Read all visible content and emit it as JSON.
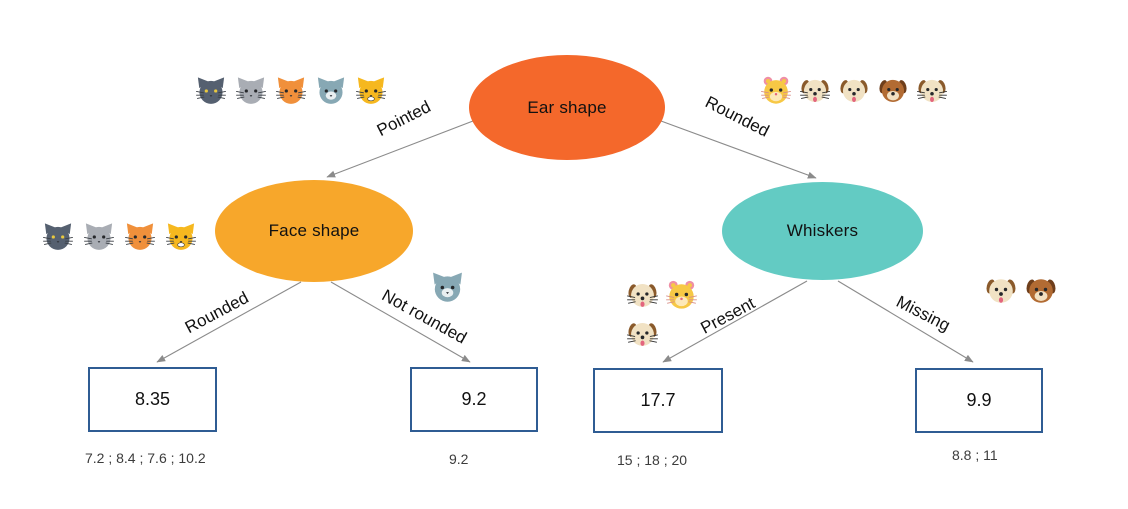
{
  "tree": {
    "root": {
      "label": "Ear shape",
      "color": "#F4682B"
    },
    "left_child": {
      "label": "Face shape",
      "color": "#F7A72B"
    },
    "right_child": {
      "label": "Whiskers",
      "color": "#63CBC3"
    },
    "edges": {
      "root_left": "Pointed",
      "root_right": "Rounded",
      "face_left": "Rounded",
      "face_right": "Not rounded",
      "whiskers_left": "Present",
      "whiskers_right": "Missing"
    },
    "leaves": [
      {
        "value": "8.35",
        "samples": "7.2 ; 8.4 ; 7.6 ; 10.2"
      },
      {
        "value": "9.2",
        "samples": "9.2"
      },
      {
        "value": "17.7",
        "samples": "15 ; 18 ; 20"
      },
      {
        "value": "9.9",
        "samples": "8.8 ; 11"
      }
    ],
    "leaf_border_color": "#2F5C93",
    "arrow_color": "#8B8B8B"
  },
  "emoji_groups": {
    "pointed_animals": [
      "dark-gray-cat",
      "gray-cat",
      "orange-cat",
      "wolf",
      "grinning-cat"
    ],
    "rounded_animals": [
      "hamster",
      "dog-whiskers",
      "dog",
      "bulldog",
      "dog-whiskers"
    ],
    "face_shape_animals": [
      "dark-gray-cat",
      "gray-cat",
      "orange-cat",
      "grinning-cat-whiskers"
    ],
    "not_rounded_animals": [
      "wolf"
    ],
    "present_animals": [
      "dog-whiskers",
      "hamster",
      "dog-whiskers"
    ],
    "missing_animals": [
      "dog",
      "bulldog"
    ]
  }
}
